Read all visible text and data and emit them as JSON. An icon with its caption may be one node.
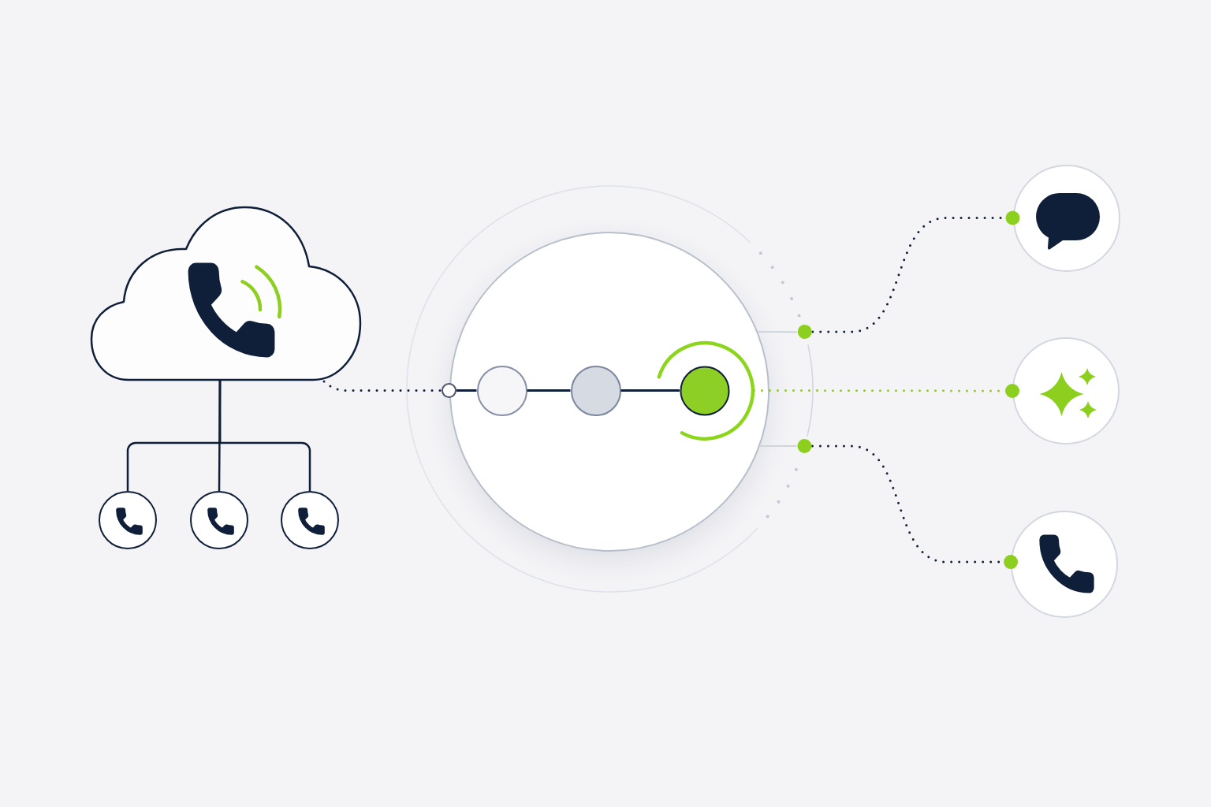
{
  "diagram": {
    "nodes": [
      {
        "text": [],
        "shape": "cloud"
      },
      {
        "text": [],
        "shape": "circle"
      },
      {
        "text": [],
        "shape": "circle"
      },
      {
        "text": [],
        "shape": "circle"
      },
      {
        "text": [],
        "shape": "circle"
      },
      {
        "text": [],
        "shape": "circle",
        "in": 4
      },
      {
        "text": [],
        "shape": "circle",
        "in": 4
      },
      {
        "text": [],
        "shape": "circle",
        "in": 5
      },
      {
        "text": [],
        "shape": "circle",
        "in": 5
      },
      {
        "text": [],
        "shape": "circle",
        "in": 5
      },
      {
        "text": [],
        "shape": "circle"
      },
      {
        "text": [],
        "shape": "circle"
      },
      {
        "text": [],
        "shape": "circle"
      }
    ],
    "edges": [
      {
        "from": 0,
        "to": 1,
        "arrow": "none"
      },
      {
        "from": 0,
        "to": 2,
        "arrow": "none"
      },
      {
        "from": 0,
        "to": 3,
        "arrow": "none"
      },
      {
        "from": 0,
        "to": 6,
        "arrow": "none",
        "style": "dashed"
      },
      {
        "from": 6,
        "to": 7,
        "arrow": "none"
      },
      {
        "from": 7,
        "to": 8,
        "arrow": "none"
      },
      {
        "from": 8,
        "to": 9,
        "arrow": "none"
      },
      {
        "from": 5,
        "to": 4,
        "arrow": "none",
        "color": "#d0d4dc"
      },
      {
        "from": 5,
        "to": 4,
        "arrow": "none",
        "color": "#d0d4dc"
      },
      {
        "from": 4,
        "to": 10,
        "arrow": "other",
        "style": "dashed"
      },
      {
        "from": 9,
        "to": 11,
        "arrow": "other",
        "style": "dashed",
        "color": "#8ccf1e"
      },
      {
        "from": 4,
        "to": 12,
        "arrow": "other",
        "style": "dashed"
      }
    ]
  }
}
